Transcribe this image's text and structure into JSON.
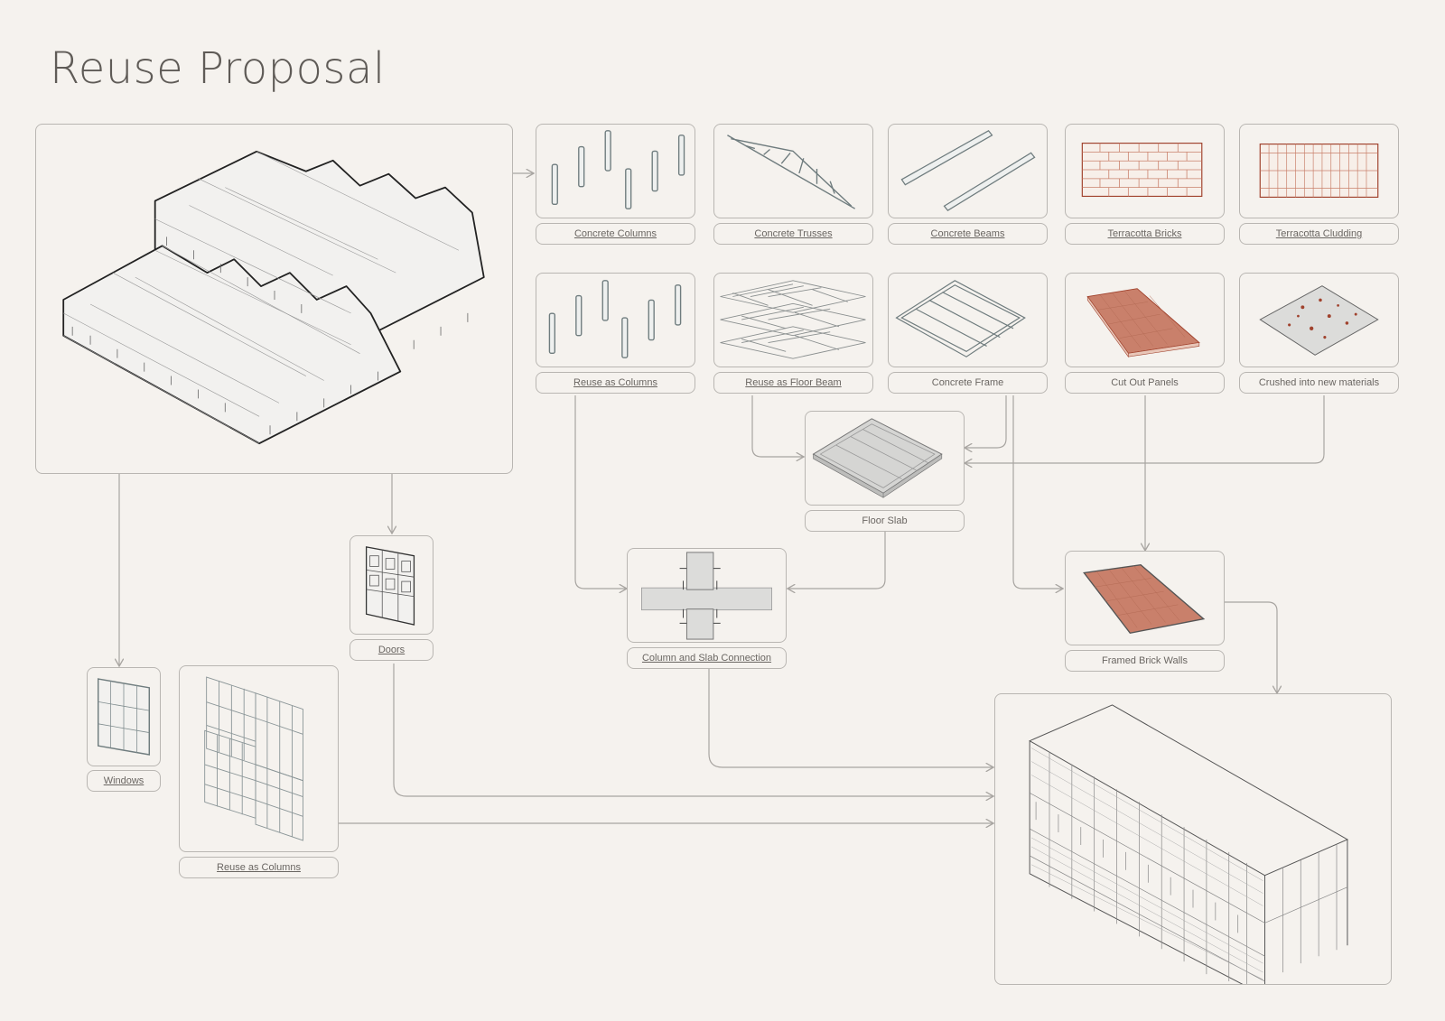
{
  "title": "Reuse Proposal",
  "labels": {
    "concrete_columns": "Concrete Columns",
    "concrete_trusses": "Concrete Trusses",
    "concrete_beams": "Concrete Beams",
    "terracotta_bricks": "Terracotta Bricks",
    "terracotta_cludding": "Terracotta Cludding",
    "reuse_as_columns_1": "Reuse as Columns",
    "reuse_as_floor_beam": "Reuse as Floor Beam",
    "concrete_frame": "Concrete Frame",
    "cut_out_panels": "Cut Out Panels",
    "crushed": "Crushed into new materials",
    "floor_slab": "Floor Slab",
    "doors": "Doors",
    "column_slab_connection": "Column and Slab Connection",
    "framed_brick_walls": "Framed Brick Walls",
    "windows": "Windows",
    "reuse_as_columns_2": "Reuse as Columns"
  },
  "colors": {
    "background": "#f5f2ee",
    "box_border": "#b9b6b2",
    "line": "#a8a5a1",
    "terracotta": "#c9806b",
    "terracotta_dark": "#a0422d",
    "concrete": "#d9d8d6",
    "steel_outline": "#6f7c7e"
  }
}
